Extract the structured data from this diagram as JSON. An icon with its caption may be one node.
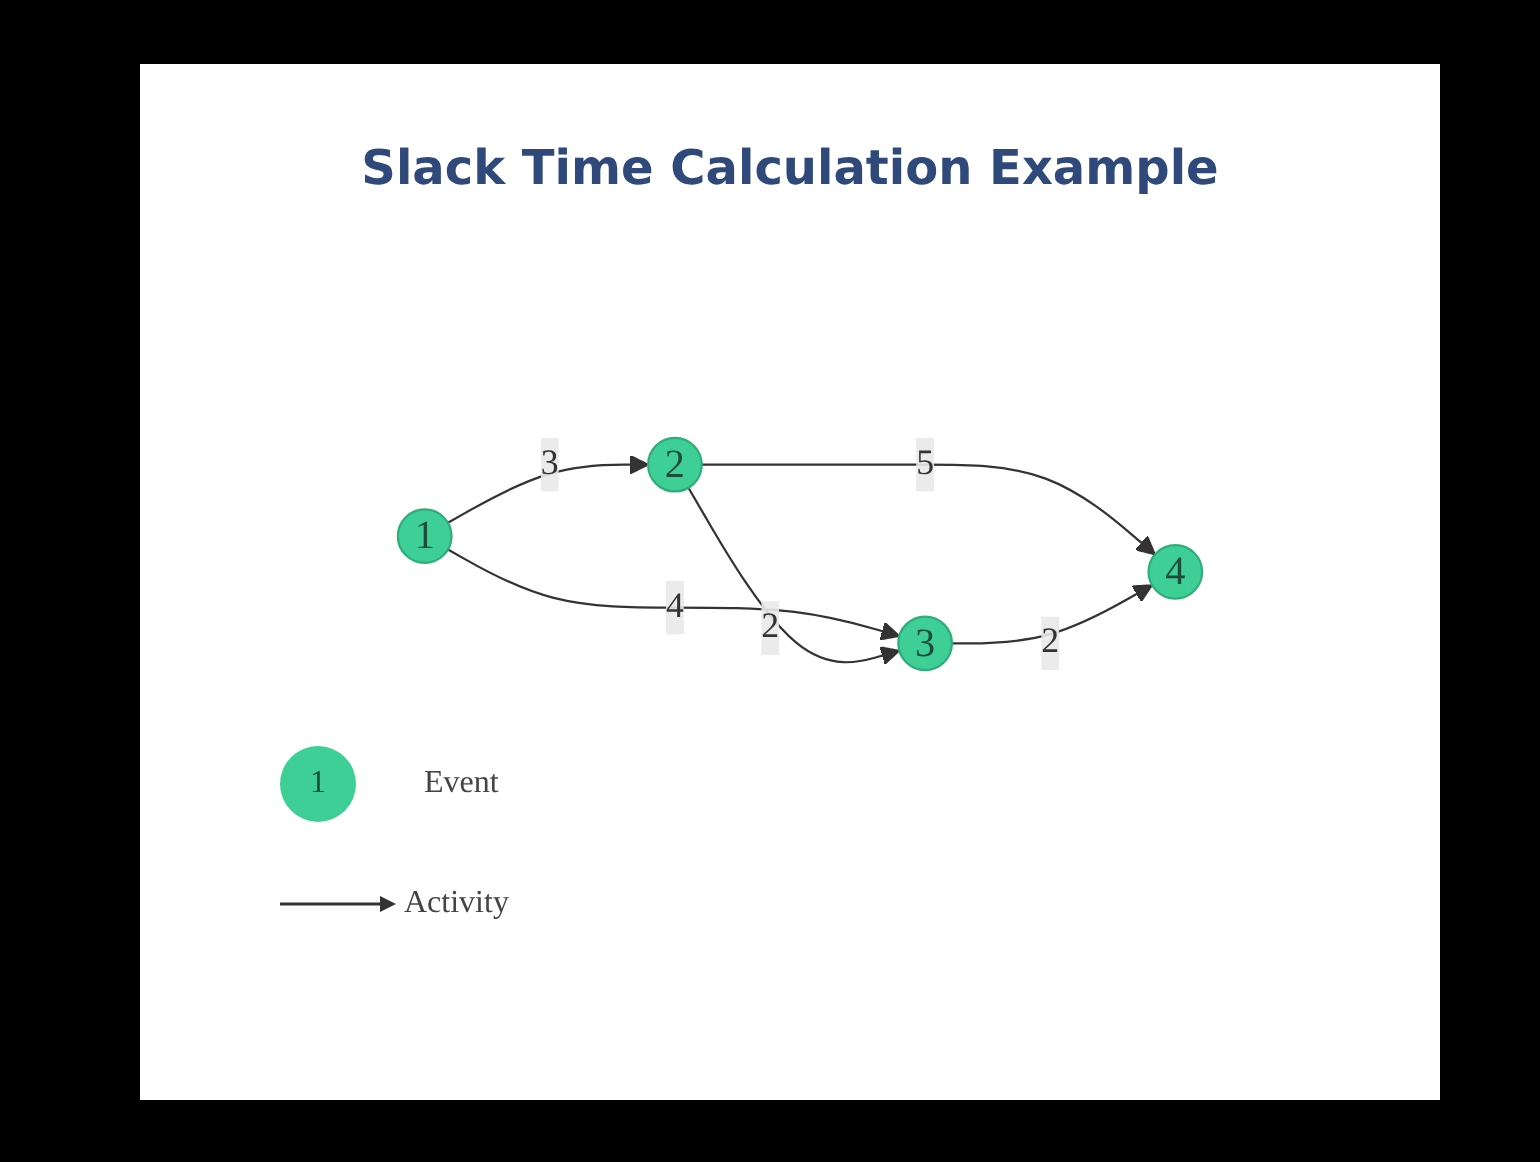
{
  "diagram": {
    "title": "Slack Time Calculation Example",
    "nodes": [
      {
        "text": [
          "1"
        ]
      },
      {
        "text": [
          "2"
        ]
      },
      {
        "text": [
          "3"
        ]
      },
      {
        "text": [
          "4"
        ]
      }
    ],
    "edges": [
      {
        "from": 0,
        "to": 1,
        "arrow": "to",
        "label": "3"
      },
      {
        "from": 0,
        "to": 2,
        "arrow": "to",
        "label": "4"
      },
      {
        "from": 1,
        "to": 2,
        "arrow": "to",
        "label": "2"
      },
      {
        "from": 1,
        "to": 3,
        "arrow": "to",
        "label": "5"
      },
      {
        "from": 2,
        "to": 3,
        "arrow": "to",
        "label": "2"
      }
    ],
    "labels": [
      "1"
    ],
    "legend": [
      {
        "text": "Event"
      },
      {
        "text": "Activity"
      }
    ]
  }
}
